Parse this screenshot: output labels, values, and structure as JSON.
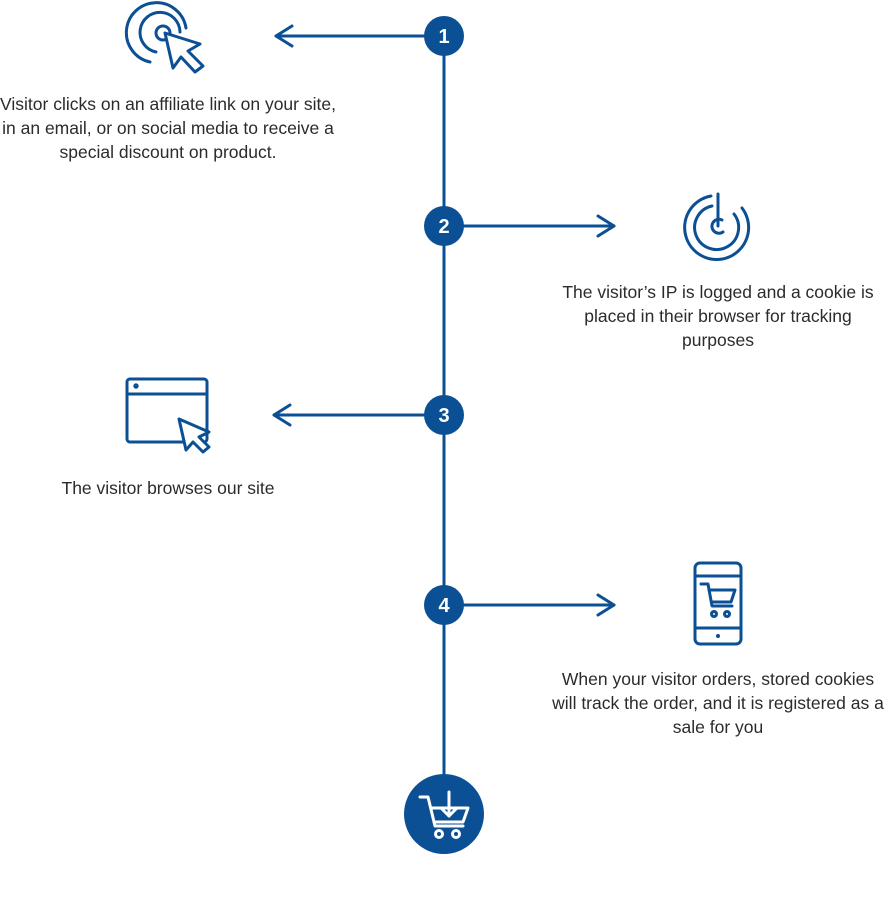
{
  "colors": {
    "accent": "#0b4f94",
    "text": "#2b2b2b",
    "background": "#ffffff"
  },
  "steps": [
    {
      "number": "1",
      "icon": "click-target-icon",
      "text": "Visitor clicks on an affiliate link on your site, in an email, or on social media to receive a special discount on product."
    },
    {
      "number": "2",
      "icon": "tracking-radar-icon",
      "text": "The visitor’s IP is logged and a cookie is placed in their browser for tracking purposes"
    },
    {
      "number": "3",
      "icon": "browser-window-icon",
      "text": "The visitor browses our site"
    },
    {
      "number": "4",
      "icon": "mobile-cart-icon",
      "text": "When your visitor orders, stored cookies will track the order, and it is registered as a sale for you"
    }
  ],
  "final_icon": "shopping-cart-icon"
}
